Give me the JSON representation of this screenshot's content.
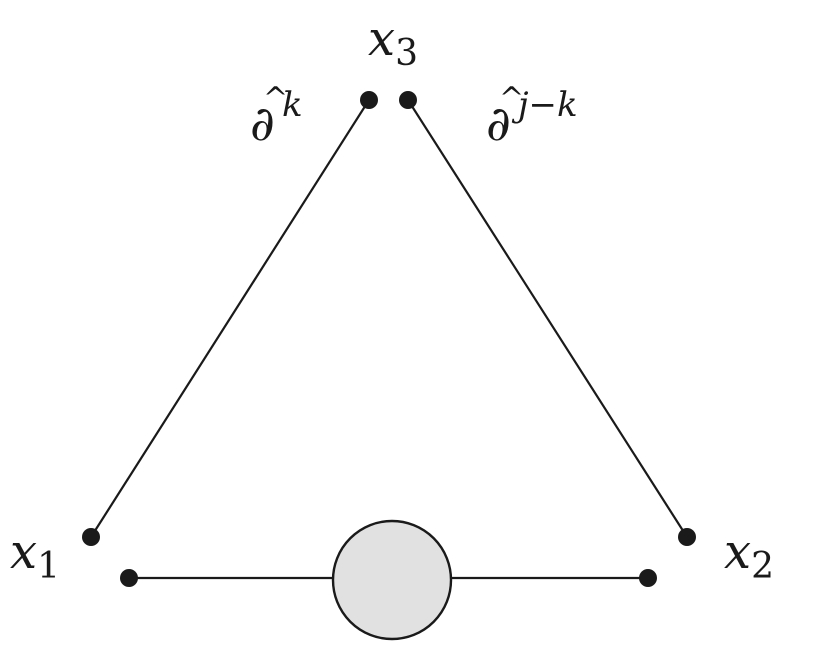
{
  "labels": {
    "x3": {
      "base": "x",
      "sub": "3"
    },
    "x1": {
      "base": "x",
      "sub": "1"
    },
    "x2": {
      "base": "x",
      "sub": "2"
    },
    "left_operator": {
      "base": "∂",
      "hat": "^",
      "sup": "k"
    },
    "right_operator": {
      "base": "∂",
      "hat": "^",
      "sup": "j−k"
    }
  },
  "colors": {
    "line": "#1a1a1a",
    "dot": "#1a1a1a",
    "blob_fill": "#e1e1e1",
    "blob_stroke": "#1a1a1a"
  }
}
